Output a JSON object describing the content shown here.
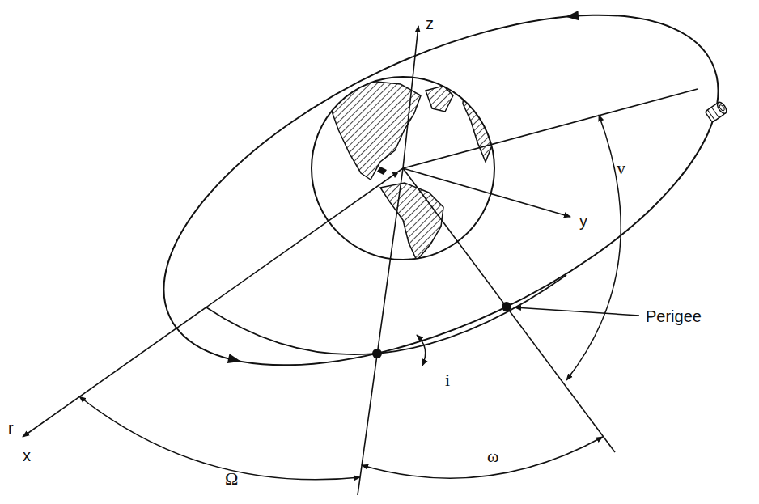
{
  "diagram": {
    "labels": [
      "z",
      "v",
      "Perigee",
      "y",
      "r",
      "x",
      "i",
      "ω",
      "Ω"
    ]
  }
}
